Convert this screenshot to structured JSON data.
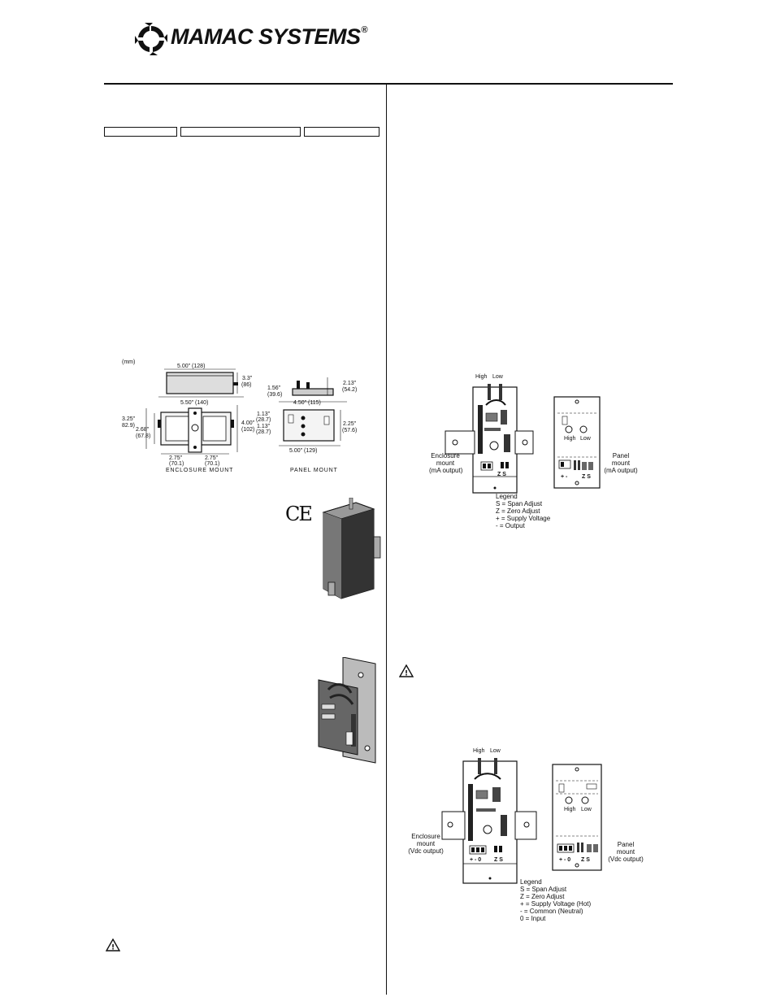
{
  "header": {
    "brand": "MAMAC SYSTEMS",
    "registered": "®",
    "logo_icon": "circular-arrows-logo-icon"
  },
  "dimension_drawing": {
    "units_note": "(mm)",
    "enclosure": {
      "top_width": "5.00\" (128)",
      "top_height": "3.3\"",
      "top_height_mm": "(86)",
      "base_width": "5.50\" (140)",
      "left_height": "3.25\"",
      "left_height_mm": "82.9)",
      "inner_height": "2.68\"",
      "inner_height_mm": "(67.8)",
      "right_height": "4.00\"",
      "right_height_mm": "(102)",
      "half_left": "2.75\"",
      "half_left_mm": "(70.1)",
      "half_right": "2.75\"",
      "half_right_mm": "(70.1)",
      "caption": "ENCLOSURE MOUNT"
    },
    "panel": {
      "offset": "1.56\"",
      "offset_mm": "(39.6)",
      "height_top": "2.13\"",
      "height_top_mm": "(54.2)",
      "width_top": "4.50\" (115)",
      "span1": "1.13\"",
      "span1_mm": "(28.7)",
      "span2": "1.13\"",
      "span2_mm": "(28.7)",
      "height_right": "2.25\"",
      "height_right_mm": "(57.6)",
      "width_bottom": "5.00\" (129)",
      "caption": "PANEL MOUNT"
    }
  },
  "ce_mark": "CE",
  "diagram_ma": {
    "high": "High",
    "low": "Low",
    "panel_high": "High",
    "panel_low": "Low",
    "enclosure_label": [
      "Enclosure",
      "mount",
      "(mA output)"
    ],
    "panel_label": [
      "Panel",
      "mount",
      "(mA output)"
    ],
    "terminals_enc": "Z S",
    "terminals_panel_pm": "+ -",
    "terminals_panel_zs": "Z S",
    "legend_title": "Legend",
    "legend": [
      "S = Span Adjust",
      "Z = Zero Adjust",
      "+ = Supply Voltage",
      "- = Output"
    ]
  },
  "diagram_vdc": {
    "high": "High",
    "low": "Low",
    "panel_high": "High",
    "panel_low": "Low",
    "enclosure_label": [
      "Enclosure",
      "mount",
      "(Vdc output)"
    ],
    "panel_label": [
      "Panel",
      "mount",
      "(Vdc output)"
    ],
    "terminals_enc_pm": "+ - 0",
    "terminals_enc_zs": "Z S",
    "terminals_panel_pm": "+ - 0",
    "terminals_panel_zs": "Z S",
    "legend_title": "Legend",
    "legend": [
      "S = Span Adjust",
      "Z = Zero Adjust",
      "+ = Supply Voltage (Hot)",
      "- = Common (Neutral)",
      "0 = Input"
    ]
  },
  "warnings": {
    "icon": "warning-triangle-icon",
    "symbol": "!"
  }
}
